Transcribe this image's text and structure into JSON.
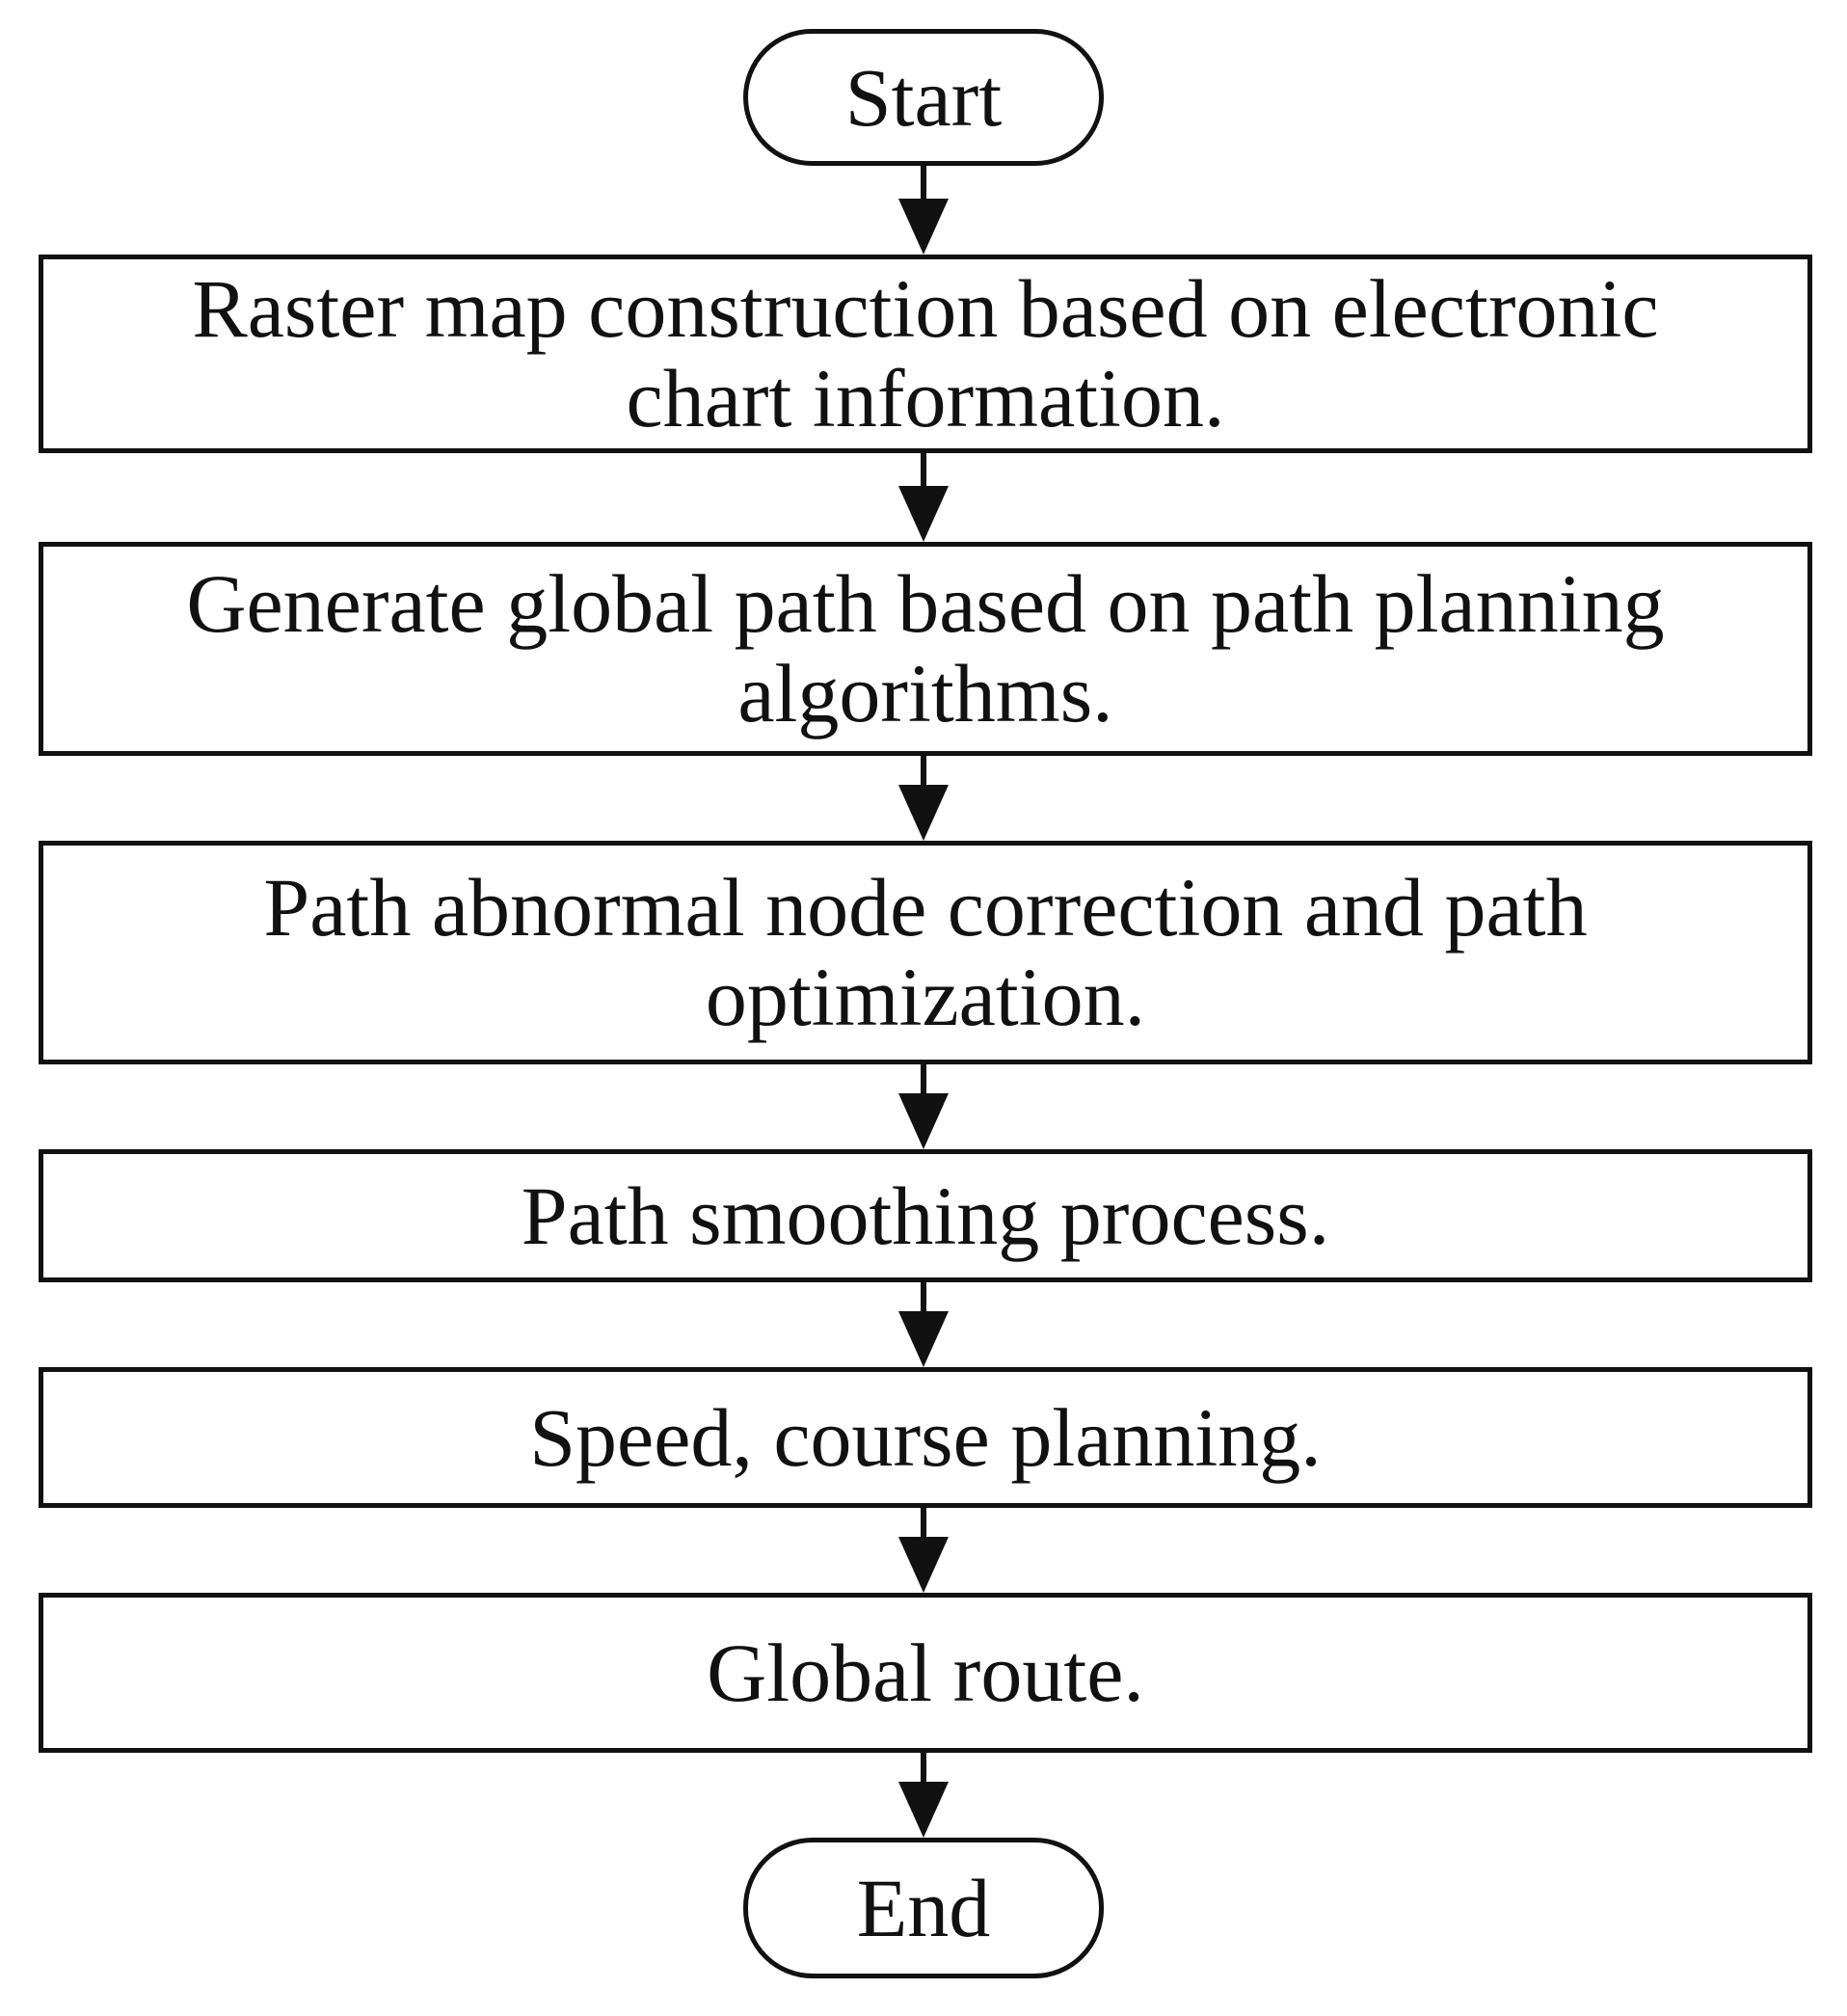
{
  "flowchart": {
    "start": "Start",
    "steps": [
      "Raster map construction based on electronic chart information.",
      "Generate global path based on path planning algorithms.",
      "Path abnormal node correction and path optimization.",
      "Path smoothing process.",
      "Speed, course planning.",
      "Global route."
    ],
    "end": "End"
  }
}
